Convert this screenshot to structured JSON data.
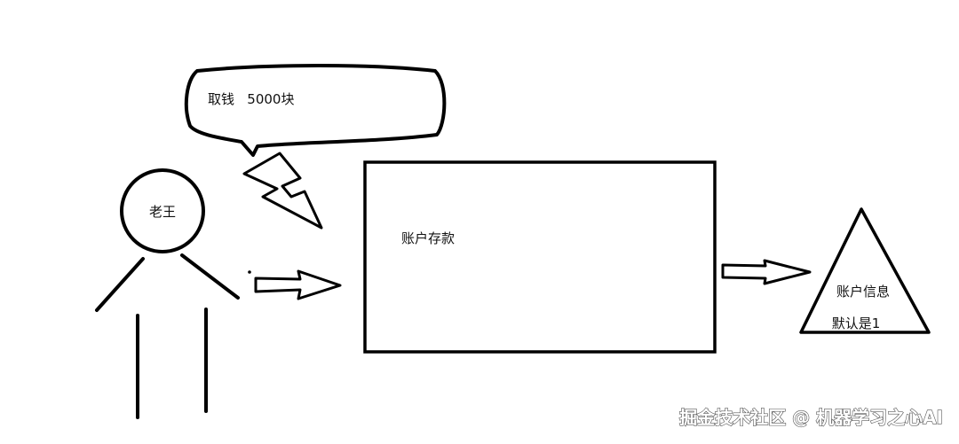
{
  "speech_bubble": {
    "text": "取钱   5000块"
  },
  "person": {
    "label": "老王"
  },
  "account_box": {
    "label": "账户存款"
  },
  "info_triangle": {
    "line1": "账户信息",
    "line2": "默认是1"
  },
  "watermark": {
    "text": "掘金技术社区 @ 机器学习之心AI"
  }
}
